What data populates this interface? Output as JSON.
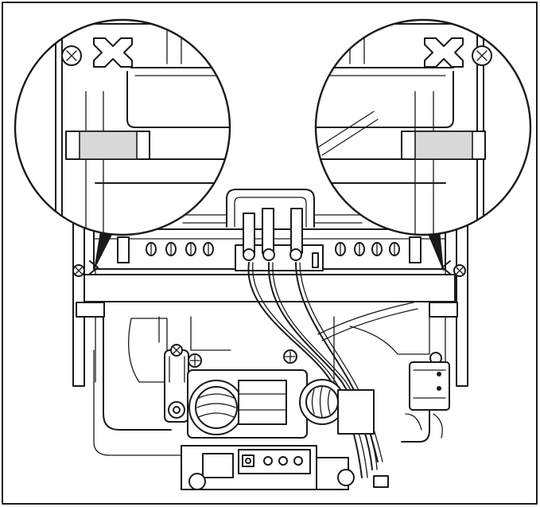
{
  "figure": {
    "domain": "technical-diagram",
    "subject": "gas-burner-assembly",
    "colors": {
      "line": "#1a1a1a",
      "background": "#ffffff",
      "shade": "#d9d9d9"
    },
    "icons": [
      "screw-icon",
      "pointer-triangle-icon",
      "magnifier-circle"
    ]
  }
}
